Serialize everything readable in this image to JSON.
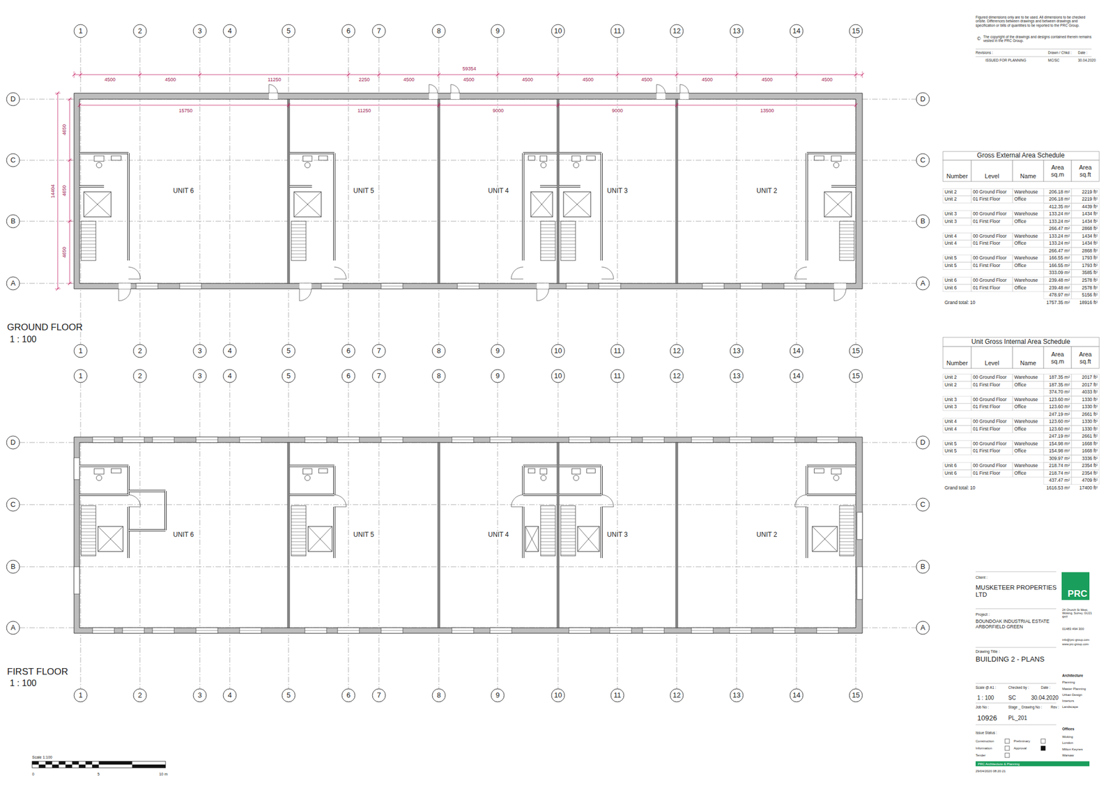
{
  "diagram": {
    "nodes": [
      {
        "text": [
          "UNIT 6"
        ]
      },
      {
        "text": [
          "UNIT 5"
        ]
      },
      {
        "text": [
          "UNIT 4"
        ]
      },
      {
        "text": [
          "UNIT 3"
        ]
      },
      {
        "text": [
          "UNIT 2"
        ]
      },
      {
        "text": [
          "UNIT 6"
        ]
      },
      {
        "text": [
          "UNIT 5"
        ]
      },
      {
        "text": [
          "UNIT 4"
        ]
      },
      {
        "text": [
          "UNIT 3"
        ]
      },
      {
        "text": [
          "UNIT 2"
        ]
      },
      {
        "text": [
          "PRC"
        ]
      }
    ],
    "labels": [
      "1",
      "2",
      "3",
      "4",
      "5",
      "6",
      "7",
      "8",
      "9",
      "10",
      "11",
      "12",
      "13",
      "14",
      "15",
      "1",
      "2",
      "3",
      "4",
      "5",
      "6",
      "7",
      "8",
      "9",
      "10",
      "11",
      "12",
      "13",
      "14",
      "15",
      "1",
      "2",
      "3",
      "4",
      "5",
      "6",
      "7",
      "8",
      "9",
      "10",
      "11",
      "12",
      "13",
      "14",
      "15",
      "1",
      "2",
      "3",
      "4",
      "5",
      "6",
      "7",
      "8",
      "9",
      "10",
      "11",
      "12",
      "13",
      "14",
      "15",
      "D",
      "C",
      "B",
      "A",
      "D",
      "C",
      "B",
      "A",
      "D",
      "C",
      "B",
      "A",
      "D",
      "C",
      "B",
      "A",
      "4500",
      "4500",
      "11250",
      "2250",
      "4500",
      "59354",
      "4500",
      "4500",
      "4500",
      "4500",
      "4500",
      "4500",
      "4500",
      "15750",
      "11250",
      "9000",
      "9000",
      "13500",
      "14404",
      "4650",
      "4650",
      "4650",
      "GROUND FLOOR",
      "1 : 100",
      "FIRST FLOOR",
      "1 : 100",
      "Gross External Area Schedule",
      "Number",
      "Level",
      "Name",
      "Area sq.m",
      "Area sq.ft",
      "Unit 2",
      "00 Ground Floor",
      "Warehouse",
      "206.18 m²",
      "2219 ft²",
      "Unit 2",
      "01 First Floor",
      "Office",
      "206.18 m²",
      "2219 ft²",
      "412.35 m²",
      "4439 ft²",
      "Unit 3",
      "00 Ground Floor",
      "Warehouse",
      "133.24 m²",
      "1434 ft²",
      "Unit 3",
      "01 First Floor",
      "Office",
      "133.24 m²",
      "1434 ft²",
      "266.47 m²",
      "2868 ft²",
      "Unit 4",
      "00 Ground Floor",
      "Warehouse",
      "133.24 m²",
      "1434 ft²",
      "Unit 4",
      "01 First Floor",
      "Office",
      "133.24 m²",
      "1434 ft²",
      "266.47 m²",
      "2868 ft²",
      "Unit 5",
      "00 Ground Floor",
      "Warehouse",
      "166.55 m²",
      "1793 ft²",
      "Unit 5",
      "01 First Floor",
      "Office",
      "166.55 m²",
      "1793 ft²",
      "333.09 m²",
      "3585 ft²",
      "Unit 6",
      "00 Ground Floor",
      "Warehouse",
      "239.48 m²",
      "2578 ft²",
      "Unit 6",
      "01 First Floor",
      "Office",
      "239.48 m²",
      "2578 ft²",
      "478.97 m²",
      "5156 ft²",
      "Grand total: 10",
      "1757.35 m²",
      "18916 ft²",
      "Unit Gross Internal Area Schedule",
      "Number",
      "Level",
      "Name",
      "Area sq.m",
      "Area sq.ft",
      "Unit 2",
      "00 Ground Floor",
      "Warehouse",
      "187.35 m²",
      "2017 ft²",
      "Unit 2",
      "01 First Floor",
      "Office",
      "187.35 m²",
      "2017 ft²",
      "374.70 m²",
      "4033 ft²",
      "Unit 3",
      "00 Ground Floor",
      "Warehouse",
      "123.60 m²",
      "1330 ft²",
      "Unit 3",
      "01 First Floor",
      "Office",
      "123.60 m²",
      "1330 ft²",
      "247.19 m²",
      "2661 ft²",
      "Unit 4",
      "00 Ground Floor",
      "Warehouse",
      "123.60 m²",
      "1330 ft²",
      "Unit 4",
      "01 First Floor",
      "Office",
      "123.60 m²",
      "1330 ft²",
      "247.19 m²",
      "2661 ft²",
      "Unit 5",
      "00 Ground Floor",
      "Warehouse",
      "154.98 m²",
      "1668 ft²",
      "Unit 5",
      "01 First Floor",
      "Office",
      "154.98 m²",
      "1668 ft²",
      "309.97 m²",
      "3336 ft²",
      "Unit 6",
      "00 Ground Floor",
      "Warehouse",
      "218.74 m²",
      "2354 ft²",
      "Unit 6",
      "01 First Floor",
      "Office",
      "218.74 m²",
      "2354 ft²",
      "437.47 m²",
      "4709 ft²",
      "Grand total: 10",
      "1616.53 m²",
      "17400 ft²",
      "Figured dimensions only are to be used. All dimensions to be checked onsite. Differences between drawings and between drawings and specification or bills of quantities to be reported to the PRC Group.",
      "©",
      "The copyright of the drawings and designs contained therein remains vested in the PRC Group.",
      "Revisions :",
      "Drawn / Chkd :",
      "Date :",
      "ISSUED FOR PLANNING",
      "MC/SC",
      "30.04.2020",
      "Client :",
      "MUSKETEER PROPERTIES LTD",
      "Project :",
      "BOUNDOAK INDUSTRIAL ESTATE ARBORFIELD GREEN",
      "Drawing Title :",
      "BUILDING 2 - PLANS",
      "24 Church St West, Woking, Surrey, GU21 6HT",
      "01483 494 300",
      "info@prc-group.com",
      "www.prc-group.com",
      "Architecture",
      "Planning",
      "Master Planning",
      "Urban Design",
      "Interiors",
      "Landscape",
      "Offices",
      "Woking",
      "London",
      "Milton Keynes",
      "Warsaw",
      "Scale @ A1 :",
      "Checked by :",
      "Date :",
      "1 : 100",
      "SC",
      "30.04.2020",
      "Job No :",
      "Stage _ Drawing No :",
      "Rev :",
      "10926",
      "PL_201",
      "Issue Status :",
      "Construction",
      "Preliminary",
      "Information",
      "Approval",
      "Tender",
      "PRC Architecture & Planning",
      "29/04/2020 08:20:21",
      "Scale 1:100",
      "0",
      "5",
      "10 m"
    ]
  }
}
